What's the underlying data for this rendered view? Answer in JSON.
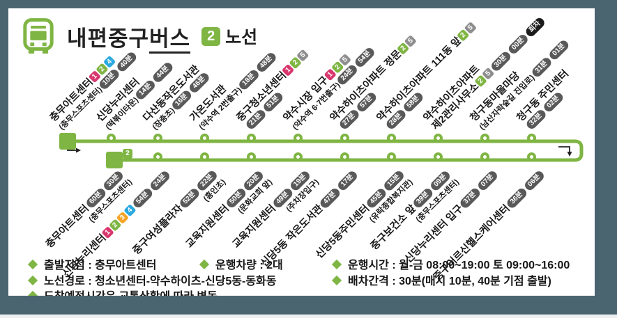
{
  "colors": {
    "frame": "#4a6570",
    "green": "#7fb543",
    "time_pill": "#595959",
    "turn_pill": "#1c1c1c",
    "line_badges": {
      "1": "#d8386f",
      "2": "#7fb543",
      "3": "#f6a426",
      "4": "#2aa9e0",
      "5": "#8e8e8e"
    }
  },
  "header": {
    "brand_main": "내편중구",
    "brand_suffix": "버스",
    "route_number": "2",
    "route_suffix": "노선"
  },
  "icons": {
    "bus": "bus-front-icon",
    "start_arrow": "→",
    "turn_arrow": "↴",
    "bullet": "◆"
  },
  "route": {
    "direction_badge": "2",
    "top_stops": [
      {
        "marker": "square",
        "lines": [
          {
            "text": "충무아트센터",
            "badges": [
              "1",
              "2",
              "4"
            ]
          },
          {
            "text": "(충무스포츠센터)",
            "times": [
              "10분",
              "40분"
            ]
          }
        ]
      },
      {
        "marker": "circle",
        "lines": [
          {
            "text": "신당누리센터"
          },
          {
            "text": "(떡볶이타운)",
            "times": [
              "14분",
              "44분"
            ]
          }
        ]
      },
      {
        "marker": "circle",
        "lines": [
          {
            "text": "다산동작은도서관"
          },
          {
            "text": "(장충초)",
            "times": [
              "16분",
              "46분"
            ]
          }
        ]
      },
      {
        "marker": "circle",
        "lines": [
          {
            "text": "가온도서관"
          },
          {
            "text": "(약수역 2번출구)",
            "times": [
              "18분",
              "48분"
            ]
          }
        ]
      },
      {
        "marker": "circle",
        "lines": [
          {
            "text": "중구청소년센터",
            "badges": [
              "1",
              "2",
              "5"
            ]
          },
          {
            "times": [
              "21분",
              "51분"
            ]
          }
        ]
      },
      {
        "marker": "circle",
        "lines": [
          {
            "text": "약수시장 입구",
            "badges": [
              "1",
              "2",
              "5"
            ]
          },
          {
            "text": "(약수역 6·7번출구)",
            "times": [
              "24분",
              "54분"
            ]
          }
        ]
      },
      {
        "marker": "circle",
        "lines": [
          {
            "text": "약수하이츠아파트 정문",
            "badges": [
              "2",
              "5"
            ]
          },
          {
            "times": [
              "27분",
              "57분"
            ]
          }
        ]
      },
      {
        "marker": "circle",
        "lines": [
          {
            "text": "약수하이츠아파트 111동 앞",
            "badges": [
              "2",
              "5"
            ]
          },
          {
            "times": [
              "28분",
              "58분"
            ]
          }
        ]
      },
      {
        "marker": "circle",
        "lines": [
          {
            "text": "약수하이츠아파트"
          },
          {
            "text": "제2관리사무소",
            "badges": [
              "2",
              "5"
            ],
            "times": [
              "30분",
              "00분"
            ],
            "flag": "회차"
          }
        ]
      },
      {
        "marker": "circle",
        "lines": [
          {
            "text": "청구동마을마당"
          },
          {
            "text": "(남산자락숲길 진입로)",
            "times": [
              "31분",
              "01분"
            ]
          }
        ]
      },
      {
        "marker": "circle",
        "lines": [
          {
            "text": "청구동 주민센터"
          },
          {
            "times": [
              "32분",
              "02분"
            ]
          }
        ]
      }
    ],
    "bottom_stops": [
      {
        "marker": "square",
        "lines": [
          {
            "text": "충무아트센터",
            "times": [
              "60분",
              "30분"
            ]
          },
          {
            "text": "(충무스포츠센터)"
          }
        ]
      },
      {
        "marker": "circle",
        "lines": [
          {
            "text": "신당누리센터",
            "badges": [
              "1",
              "2",
              "3",
              "4"
            ],
            "times": [
              "54분",
              "24분"
            ]
          }
        ]
      },
      {
        "marker": "circle",
        "lines": [
          {
            "text": "중구여성플라자",
            "times": [
              "52분",
              "22분"
            ]
          },
          {
            "text": "(흥인초)"
          }
        ]
      },
      {
        "marker": "circle",
        "lines": [
          {
            "text": "교육지원센터",
            "times": [
              "50분",
              "20분"
            ]
          },
          {
            "text": "(문화교회 앞)"
          }
        ]
      },
      {
        "marker": "circle",
        "lines": [
          {
            "text": "교육지원센터",
            "times": [
              "49분",
              "19분"
            ]
          },
          {
            "text": "(주차장입구)"
          }
        ]
      },
      {
        "marker": "circle",
        "lines": [
          {
            "text": "신당5동 작은도서관",
            "times": [
              "47분",
              "17분"
            ]
          }
        ]
      },
      {
        "marker": "circle",
        "lines": [
          {
            "text": "신당5동주민센터",
            "times": [
              "45분",
              "15분"
            ]
          },
          {
            "text": "(유락종합복지관)"
          }
        ]
      },
      {
        "marker": "circle",
        "lines": [
          {
            "text": "중구보건소 앞",
            "times": [
              "39분",
              "09분"
            ]
          },
          {
            "text": "(충무스포츠센터)"
          }
        ]
      },
      {
        "marker": "circle",
        "lines": [
          {
            "text": "신당누리센터 입구",
            "times": [
              "37분",
              "07분"
            ]
          }
        ]
      },
      {
        "marker": "circle",
        "lines": [
          {
            "text": "중구어르신헬스케어센터",
            "times": [
              "36분",
              "06분"
            ]
          }
        ]
      }
    ]
  },
  "info": {
    "items": [
      "출발지점 : 충무아트센터",
      "운행차량 : 2대",
      "노선경로 : 청소년센터-약수하이츠-신당5동-동화동",
      "도착예정시간은 교통상황에 따라 변동",
      "운행시간 : 월-금 08:00~19:00 토 09:00~16:00",
      "배차간격 : 30분(매시 10분, 40분 기점 출발)"
    ]
  }
}
